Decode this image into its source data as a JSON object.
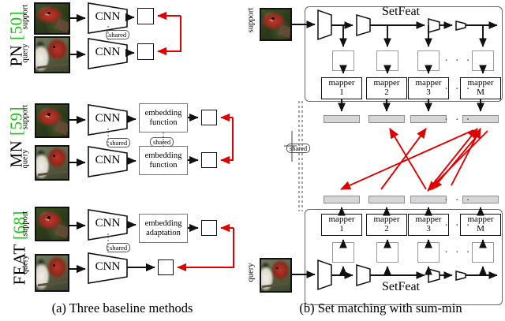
{
  "figure": {
    "captions": {
      "a": "(a) Three baseline methods",
      "b": "(b) Set matching with sum-min"
    }
  },
  "panel_a": {
    "rows": [
      {
        "method": "PN",
        "citation": "[50]",
        "inputs": [
          "support",
          "query"
        ],
        "blocks": [
          "CNN",
          "CNN"
        ],
        "shared_label": "shared",
        "has_embedding": false
      },
      {
        "method": "MN",
        "citation": "[59]",
        "inputs": [
          "support",
          "query"
        ],
        "blocks": [
          "CNN",
          "CNN"
        ],
        "shared_label": "shared",
        "has_embedding": true,
        "embedding_label_line1": "embedding",
        "embedding_label_line2": "function",
        "embedding_shared_label": "shared"
      },
      {
        "method": "FEAT",
        "citation": "[68]",
        "inputs": [
          "support",
          "query"
        ],
        "blocks": [
          "CNN",
          "CNN"
        ],
        "shared_label": "shared",
        "has_embedding": true,
        "embedding_label_line1": "embedding",
        "embedding_label_line2": "adaptation"
      }
    ]
  },
  "panel_b": {
    "top_branch": {
      "input_label": "support",
      "module_label": "SetFeat",
      "mappers": [
        {
          "name": "mapper",
          "index": "1"
        },
        {
          "name": "mapper",
          "index": "2"
        },
        {
          "name": "mapper",
          "index": "3"
        },
        {
          "name": "mapper",
          "index": "M"
        }
      ],
      "ellipsis": "· · ·"
    },
    "bottom_branch": {
      "input_label": "query",
      "module_label": "SetFeat",
      "mappers": [
        {
          "name": "mapper",
          "index": "1"
        },
        {
          "name": "mapper",
          "index": "2"
        },
        {
          "name": "mapper",
          "index": "3"
        },
        {
          "name": "mapper",
          "index": "M"
        }
      ],
      "ellipsis": "· · ·"
    },
    "shared_label": "shared",
    "matching_ellipsis": "· · ·"
  },
  "colors": {
    "citation_green": "#16c60c",
    "match_arrow_red": "#dd0000",
    "stroke_black": "#111111",
    "stroke_gray": "#8c8c8c",
    "bar_fill": "#d6d6d6"
  }
}
